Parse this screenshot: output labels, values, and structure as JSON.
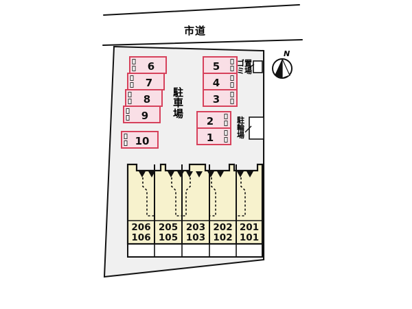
{
  "plan": {
    "road_label": "市道",
    "parking_area_label": "駐車場",
    "garbage_area_label": "ゴミ置場",
    "garbage_area_label_cols": [
      "ゴミ",
      "置場"
    ],
    "bicycle_area_label": "駐輪場",
    "compass_label": "N",
    "colors": {
      "stall_fill": "#f9dfe6",
      "stall_stroke": "#d6415b",
      "building_fill": "#f7f2cd",
      "building_stroke": "#111111",
      "site_fill": "#f0f0f0",
      "outline": "#111111",
      "page_bg": "#ffffff",
      "balcony_fill": "#ffffff"
    },
    "parking_stalls_left": [
      {
        "number": "6"
      },
      {
        "number": "7"
      },
      {
        "number": "8"
      },
      {
        "number": "9"
      },
      {
        "number": "10"
      }
    ],
    "parking_stalls_right": [
      {
        "number": "5"
      },
      {
        "number": "4"
      },
      {
        "number": "3"
      },
      {
        "number": "2"
      },
      {
        "number": "1"
      }
    ],
    "building_units": [
      {
        "upper": "206",
        "lower": "106"
      },
      {
        "upper": "205",
        "lower": "105"
      },
      {
        "upper": "203",
        "lower": "103"
      },
      {
        "upper": "202",
        "lower": "102"
      },
      {
        "upper": "201",
        "lower": "101"
      }
    ]
  }
}
